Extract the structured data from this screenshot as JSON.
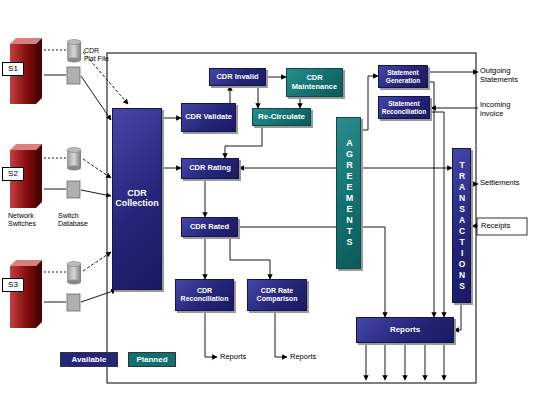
{
  "diagram": {
    "nodes": [
      {
        "text": [
          "S1"
        ]
      },
      {
        "text": [
          "S2"
        ]
      },
      {
        "text": [
          "S3"
        ]
      },
      {
        "text": [
          "CDR Collection"
        ]
      },
      {
        "text": [
          "CDR Validate"
        ]
      },
      {
        "text": [
          "CDR Invalid"
        ]
      },
      {
        "text": [
          "CDR Maintenance"
        ]
      },
      {
        "text": [
          "Re-Circulate"
        ]
      },
      {
        "text": [
          "CDR Rating"
        ]
      },
      {
        "text": [
          "CDR Rated"
        ]
      },
      {
        "text": [
          "CDR Reconciliation"
        ]
      },
      {
        "text": [
          "CDR Rate Comparison"
        ]
      },
      {
        "text": [
          "AGREEMENTS"
        ]
      },
      {
        "text": [
          "Statement Generation"
        ]
      },
      {
        "text": [
          "Statement Reconciliation"
        ]
      },
      {
        "text": [
          "TRANSACTIONS"
        ]
      },
      {
        "text": [
          "Reports"
        ]
      }
    ],
    "edges": [
      {
        "from": 3,
        "to": 4,
        "arrow": "to"
      },
      {
        "from": 4,
        "to": 5,
        "arrow": "to"
      },
      {
        "from": 5,
        "to": 6,
        "arrow": "to"
      },
      {
        "from": 6,
        "to": 7,
        "arrow": "to"
      },
      {
        "from": 5,
        "to": 7,
        "arrow": "to"
      },
      {
        "from": 7,
        "to": 8,
        "arrow": "to"
      },
      {
        "from": 3,
        "to": 8,
        "arrow": "to"
      },
      {
        "from": 8,
        "to": 9,
        "arrow": "to"
      },
      {
        "from": 9,
        "to": 10,
        "arrow": "to"
      },
      {
        "from": 9,
        "to": 11,
        "arrow": "to"
      },
      {
        "from": 9,
        "to": 16,
        "arrow": "to"
      },
      {
        "from": 8,
        "to": 15,
        "arrow": "both"
      },
      {
        "from": 12,
        "to": 13,
        "arrow": "to"
      },
      {
        "from": 13,
        "to": 16,
        "arrow": "to"
      },
      {
        "from": 14,
        "to": 16,
        "arrow": "to"
      },
      {
        "from": 15,
        "to": 16,
        "arrow": "to"
      }
    ],
    "labels": [
      "CDR Flat File",
      "Network Switches",
      "Switch Database",
      "Outgoing Statements",
      "Incoming invoice",
      "Settlements",
      "Receipts",
      "Reports",
      "Reports"
    ],
    "legend": [
      {
        "text": "Available",
        "color": "#25257a"
      },
      {
        "text": "Planned",
        "color": "#137070"
      }
    ]
  }
}
